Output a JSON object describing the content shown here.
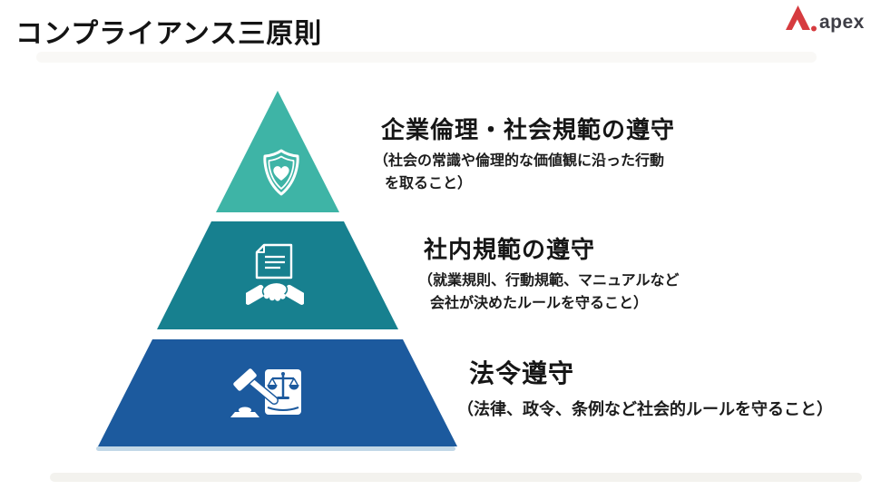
{
  "slide": {
    "title": "コンプライアンス三原則",
    "logo": {
      "brand": "apex",
      "mark_icon": "apex-mountain-mark",
      "mark_color": "#d63b3f",
      "text_color": "#3e3e46"
    },
    "pyramid": {
      "tiers": [
        {
          "name": "corporate-ethics",
          "color": "#3eb4a6",
          "icon": "shield-heart-icon",
          "heading": "企業倫理・社会規範の遵守",
          "desc_line1": "（社会の常識や倫理的な価値観に沿った行動",
          "desc_line2": "を取ること）"
        },
        {
          "name": "internal-rules",
          "color": "#17808f",
          "icon": "document-handshake-icon",
          "heading": "社内規範の遵守",
          "desc_line1": "（就業規則、行動規範、マニュアルなど",
          "desc_line2": "会社が決めたルールを守ること）"
        },
        {
          "name": "legal-compliance",
          "color": "#1c5a9e",
          "icon": "gavel-lawbook-icon",
          "heading": "法令遵守",
          "desc_line1": "（法律、政令、条例など社会的ルールを守ること）"
        }
      ]
    }
  }
}
